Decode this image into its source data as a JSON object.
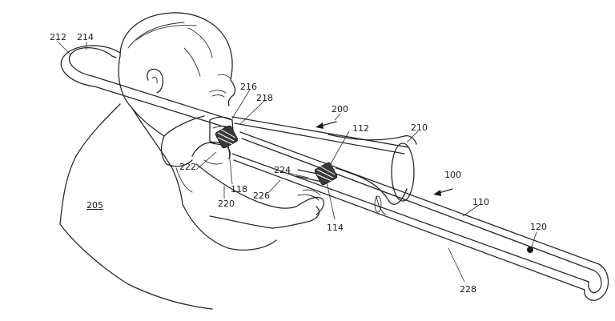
{
  "labels": {
    "ref_212": "212",
    "ref_214": "214",
    "ref_216": "216",
    "ref_218": "218",
    "ref_200": "200",
    "ref_112": "112",
    "ref_210": "210",
    "ref_100": "100",
    "ref_222": "222",
    "ref_224": "224",
    "ref_118": "118",
    "ref_226": "226",
    "ref_220": "220",
    "ref_205": "205",
    "ref_114": "114",
    "ref_110": "110",
    "ref_120": "120",
    "ref_228": "228"
  }
}
